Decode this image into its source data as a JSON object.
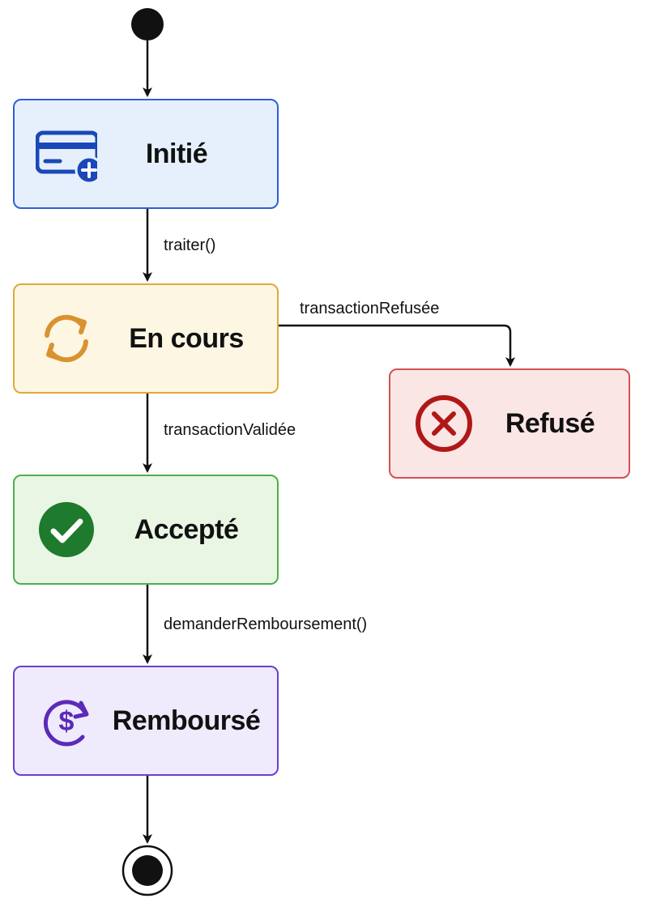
{
  "states": {
    "initie": {
      "label": "Initié",
      "icon": "credit-card-plus-icon",
      "fill": "#e6f0fc",
      "stroke": "#2d5fd6"
    },
    "en_cours": {
      "label": "En cours",
      "icon": "sync-icon",
      "fill": "#fdf6e3",
      "stroke": "#e0a93a"
    },
    "refuse": {
      "label": "Refusé",
      "icon": "x-circle-icon",
      "fill": "#fbe6e6",
      "stroke": "#d25252"
    },
    "accepte": {
      "label": "Accepté",
      "icon": "check-circle-icon",
      "fill": "#e9f6e4",
      "stroke": "#4fae4a"
    },
    "rembourse": {
      "label": "Remboursé",
      "icon": "dollar-refresh-icon",
      "fill": "#efeafc",
      "stroke": "#6a3fcf"
    }
  },
  "transitions": {
    "traiter": "traiter()",
    "refusee": "transactionRefusée",
    "validee": "transactionValidée",
    "remboursement": "demanderRemboursement()"
  },
  "colors": {
    "line": "#111111",
    "card_blue": "#1a48b8",
    "sync_orange": "#d99230",
    "refuse_red": "#b01818",
    "accepte_green": "#1e7a2c",
    "rembourse_purple": "#5a2ab8"
  }
}
